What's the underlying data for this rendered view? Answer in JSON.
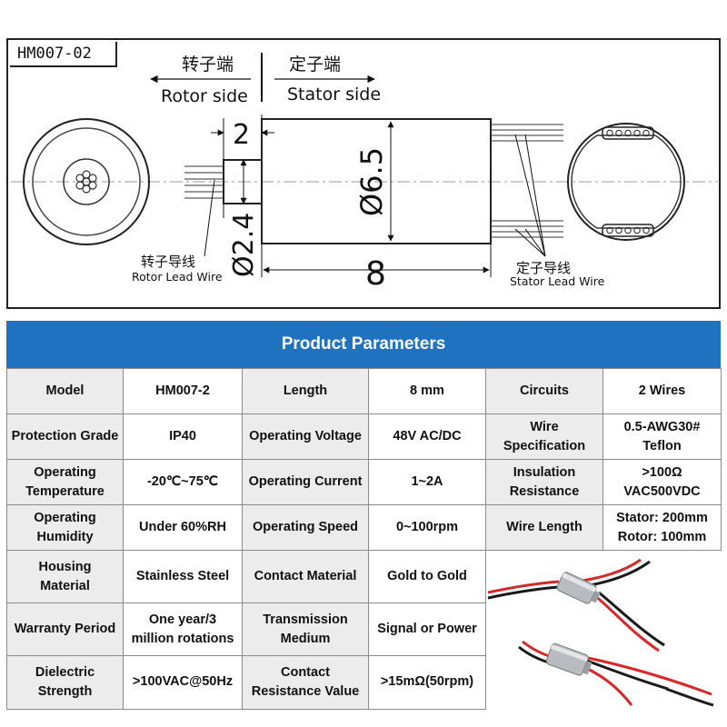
{
  "drawing": {
    "model_tag": "HM007-02",
    "rotor_side_cn": "转子端",
    "rotor_side_en": "Rotor side",
    "stator_side_cn": "定子端",
    "stator_side_en": "Stator side",
    "dim_shaft_length": "2",
    "dim_body_diameter": "Ø6.5",
    "dim_shaft_diameter": "Ø2.4",
    "dim_body_length": "8",
    "rotor_lead_cn": "转子导线",
    "rotor_lead_en": "Rotor Lead Wire",
    "stator_lead_cn": "定子导线",
    "stator_lead_en": "Stator Lead Wire"
  },
  "params": {
    "header": "Product Parameters",
    "rows": [
      [
        "Model",
        "HM007-2",
        "Length",
        "8 mm",
        "Circuits",
        "2 Wires"
      ],
      [
        "Protection Grade",
        "IP40",
        "Operating Voltage",
        "48V AC/DC",
        "Wire\nSpecification",
        "0.5-AWG30#\nTeflon"
      ],
      [
        "Operating\nTemperature",
        "-20℃~75℃",
        "Operating Current",
        "1~2A",
        "Insulation\nResistance",
        ">100Ω\nVAC500VDC"
      ],
      [
        "Operating\nHumidity",
        "Under 60%RH",
        "Operating Speed",
        "0~100rpm",
        "Wire Length",
        "Stator: 200mm\nRotor: 100mm"
      ],
      [
        "Housing\nMaterial",
        "Stainless Steel",
        "Contact Material",
        "Gold to Gold"
      ],
      [
        "Warranty Period",
        "One year/3\nmillion rotations",
        "Transmission\nMedium",
        "Signal or Power"
      ],
      [
        "Dielectric\nStrength",
        ">100VAC@50Hz",
        "Contact\nResistance Value",
        ">15mΩ(50rpm)"
      ]
    ]
  },
  "colors": {
    "header_blue": "#1f72bf",
    "label_gray": "#ececec",
    "wire_red": "#d62828",
    "wire_black": "#1a1a1a"
  }
}
